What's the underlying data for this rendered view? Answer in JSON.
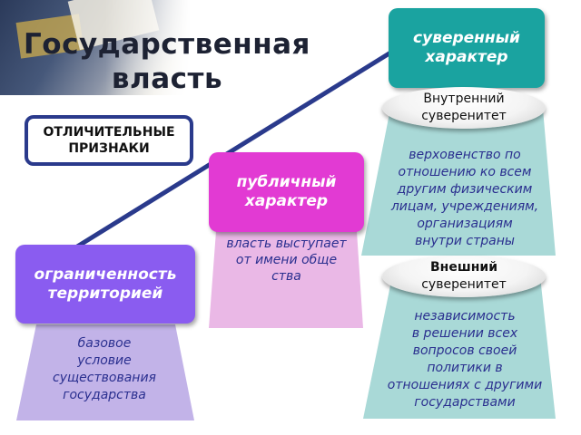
{
  "title": [
    "Государственная",
    "власть"
  ],
  "badge": [
    "ОТЛИЧИТЕЛЬНЫЕ",
    "ПРИЗНАКИ"
  ],
  "features": [
    {
      "label": [
        "ограниченность",
        "территорией"
      ],
      "caption": [
        "базовое",
        "условие",
        "существования",
        "государства"
      ],
      "color": "#8a5cf0"
    },
    {
      "label": [
        "публичный",
        "характер"
      ],
      "caption": [
        "власть выступает",
        "от имени обще",
        "ства"
      ],
      "color": "#e23ad3"
    },
    {
      "label": [
        "суверенный",
        "характер"
      ],
      "color": "#1aa3a0",
      "aspects": [
        {
          "label": [
            "Внутренний",
            "суверенитет"
          ],
          "caption": [
            "верховенство по",
            "отношению ко всем",
            "другим физическим",
            "лицам, учреждениям,",
            "организациям",
            "внутри страны"
          ]
        },
        {
          "label": [
            "Внешний",
            "суверенитет"
          ],
          "caption": [
            "независимость",
            "в решении всех",
            "вопросов своей",
            "политики в",
            "отношениях с другими",
            "государствами"
          ]
        }
      ]
    }
  ],
  "colors": {
    "trap_purple": "#c2b3e8",
    "trap_pink": "#eab8e6",
    "trap_teal": "#a9d9d7",
    "badge_border": "#2a3a8c",
    "caption_text": "#2a2f8f",
    "stair_line": "#2a3a8c"
  }
}
